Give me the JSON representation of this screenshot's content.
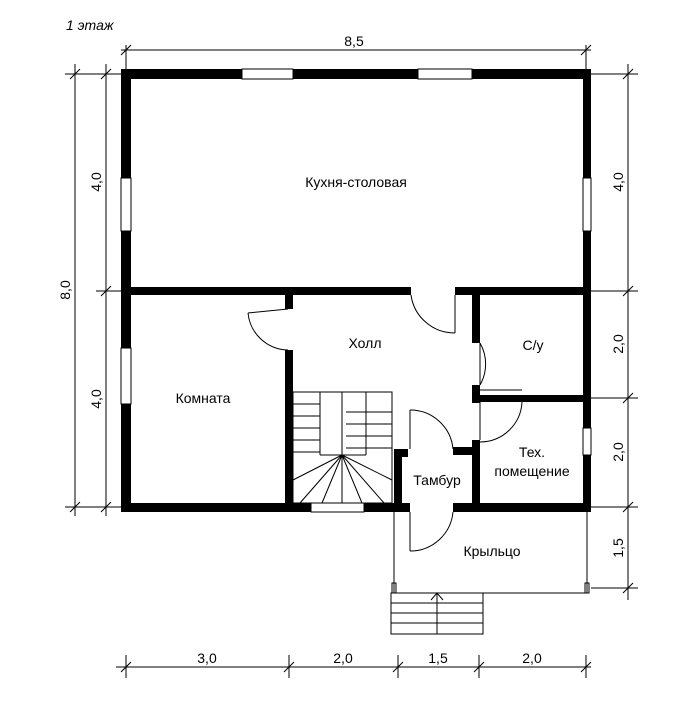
{
  "plan": {
    "title": "1 этаж",
    "rooms": {
      "kitchen": "Кухня-столовая",
      "hall": "Холл",
      "room": "Комната",
      "wc": "С/у",
      "tech_line1": "Тех.",
      "tech_line2": "помещение",
      "vestibule": "Тамбур",
      "porch": "Крыльцо"
    },
    "dimensions": {
      "top_total": "8,5",
      "left_total": "8,0",
      "left_upper": "4,0",
      "left_lower": "4,0",
      "right_upper": "4,0",
      "right_mid1": "2,0",
      "right_mid2": "2,0",
      "right_porch": "1,5",
      "bottom": [
        "3,0",
        "2,0",
        "1,5",
        "2,0"
      ]
    }
  },
  "colors": {
    "wall": "#000000",
    "line": "#000000",
    "background": "#ffffff"
  }
}
